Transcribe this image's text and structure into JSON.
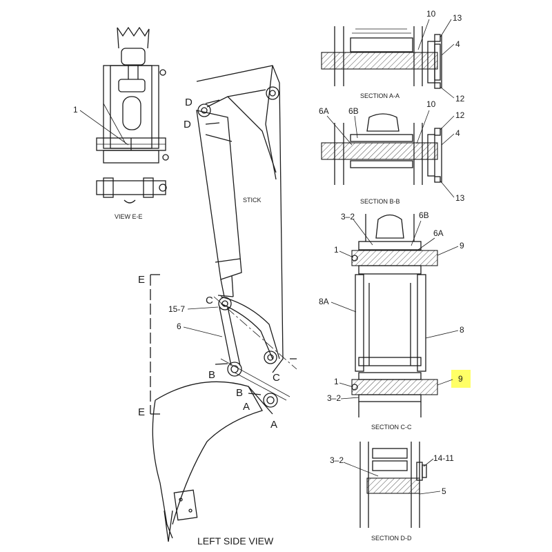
{
  "colors": {
    "line": "#1a1a1a",
    "highlight": "#ffff66"
  },
  "views": {
    "view_ee": "VIEW E-E",
    "section_aa": "SECTION A-A",
    "section_bb": "SECTION B-B",
    "section_cc": "SECTION C-C",
    "section_dd": "SECTION D-D",
    "left_side": "LEFT SIDE VIEW",
    "stick": "STICK"
  },
  "callouts": {
    "ee_1": "1",
    "aa_10": "10",
    "aa_13": "13",
    "aa_4": "4",
    "aa_12": "12",
    "bb_6a": "6A",
    "bb_6b": "6B",
    "bb_10": "10",
    "bb_12": "12",
    "bb_4": "4",
    "bb_13": "13",
    "cc_32_top": "3–2",
    "cc_6b": "6B",
    "cc_6a": "6A",
    "cc_1_top": "1",
    "cc_9_top": "9",
    "cc_8a": "8A",
    "cc_8": "8",
    "cc_9_bottom": "9",
    "cc_1_bottom": "1",
    "cc_32_bottom": "3–2",
    "dd_32": "3–2",
    "dd_1411": "14-11",
    "dd_5": "5",
    "side_157": "15-7",
    "side_6": "6"
  },
  "section_markers": {
    "d_top": "D",
    "d_bottom": "D",
    "e_top": "E",
    "e_bottom": "E",
    "c_upper": "C",
    "c_lower": "C",
    "b_left": "B",
    "b_right": "B",
    "a_upper": "A",
    "a_lower": "A"
  }
}
